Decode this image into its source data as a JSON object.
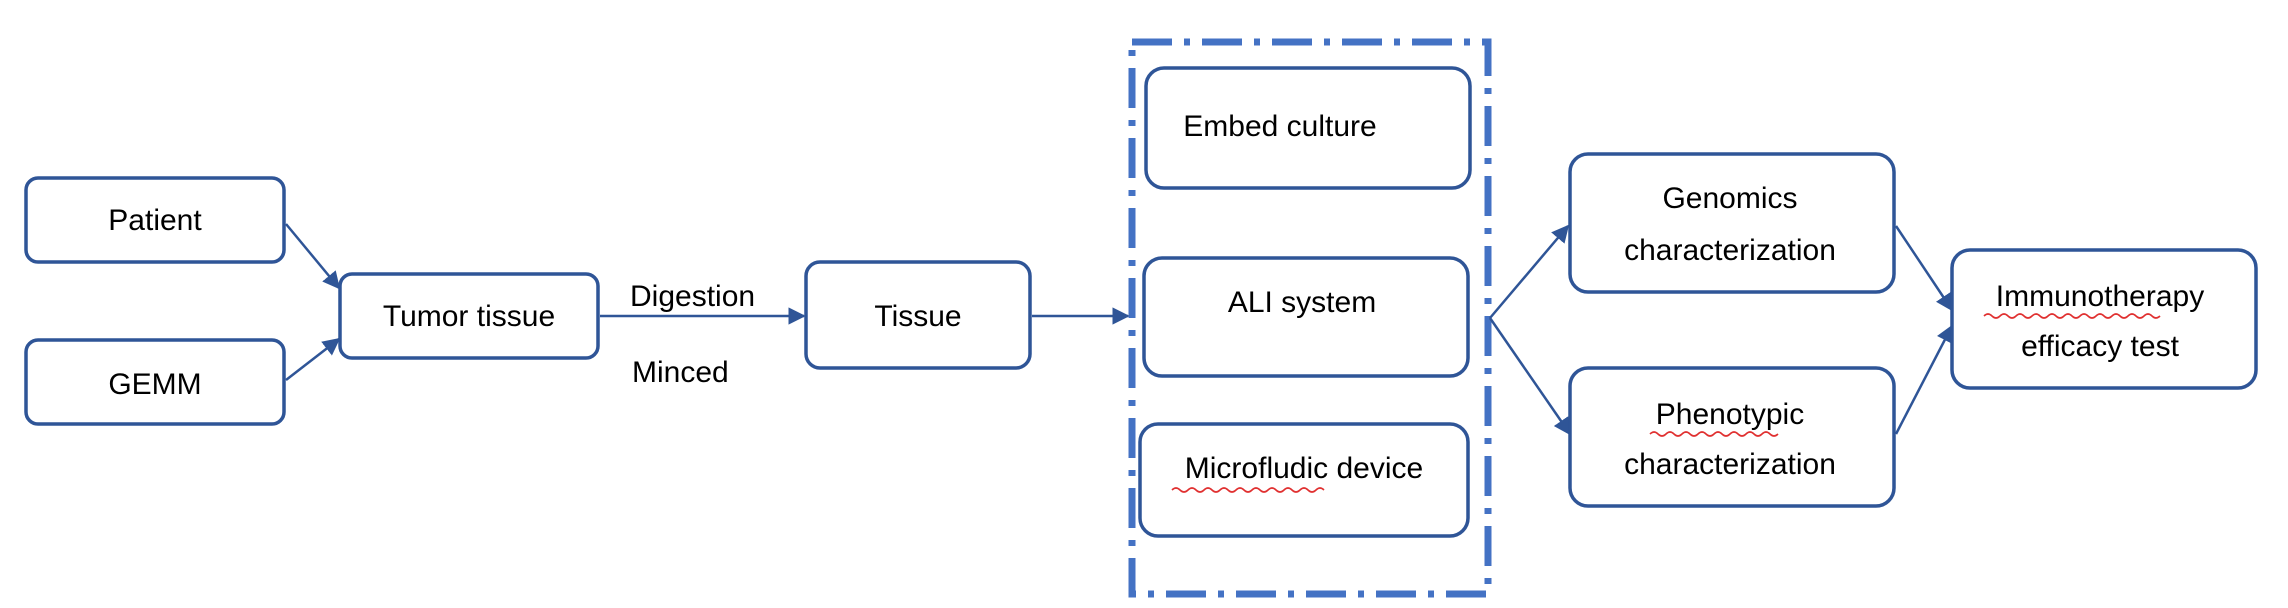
{
  "diagram": {
    "colors": {
      "box_stroke": "#2f5597",
      "group_stroke": "#4472c4",
      "text": "#000000"
    },
    "nodes": {
      "patient": {
        "label": "Patient"
      },
      "gemm": {
        "label": "GEMM"
      },
      "tumor_tissue": {
        "label": "Tumor tissue"
      },
      "tissue": {
        "label": "Tissue"
      },
      "embed_culture": {
        "label": "Embed culture"
      },
      "ali_system": {
        "label": "ALI system"
      },
      "microfluidic_device": {
        "label": "Microfludic device"
      },
      "genomics": {
        "line1": "Genomics",
        "line2": "characterization"
      },
      "phenotypic": {
        "line1": "Phenotypic",
        "line2": "characterization"
      },
      "immunotherapy": {
        "line1": "Immunotherapy",
        "line2": "efficacy test"
      }
    },
    "edge_labels": {
      "digestion": "Digestion",
      "minced": "Minced"
    }
  }
}
